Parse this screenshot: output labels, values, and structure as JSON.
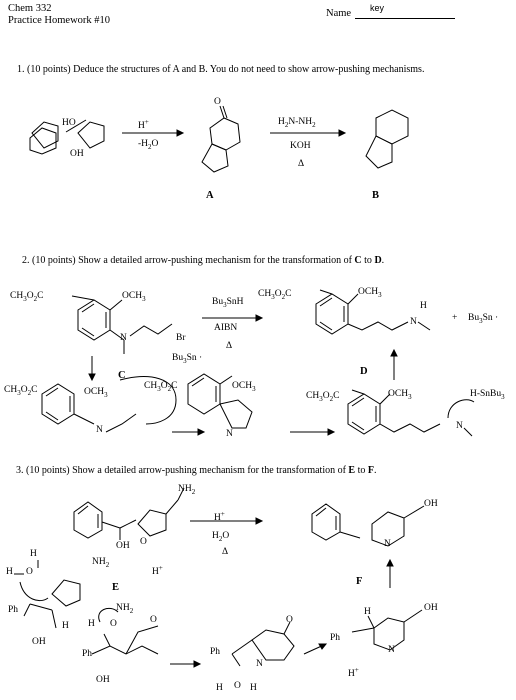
{
  "header": {
    "course": "Chem 332",
    "title": "Practice Homework #10",
    "name_label": "Name",
    "name_value": "key"
  },
  "q1": {
    "prompt": "1.  (10 points) Deduce the structures of A and B.  You do not need to show arrow-pushing mechanisms.",
    "reagent1_top": "H",
    "reagent1_sup": "+",
    "reagent1_bottom": "-H",
    "reagent1_bottom_sub": "2",
    "reagent1_bottom_end": "O",
    "reagent2_top": "H",
    "reagent2_top_sub": "2",
    "reagent2_top_end": "N-NH",
    "reagent2_top_sub2": "2",
    "reagent2_mid": "KOH",
    "reagent2_bottom": "Δ",
    "oh_top": "HO",
    "oh_bottom": "OH",
    "ketone_o": "O",
    "label_a": "A",
    "label_b": "B"
  },
  "q2": {
    "prompt_start": "2.  (10 points) Show a detailed arrow-pushing mechanism for the transformation of ",
    "prompt_c": "C",
    "prompt_mid": " to ",
    "prompt_d": "D",
    "prompt_end": ".",
    "ester": "CH",
    "ester_sub": "3",
    "ester_end": "O",
    "ester_sub2": "2",
    "ester_c": "C",
    "methoxy": "OCH",
    "methoxy_sub": "3",
    "n": "N",
    "br": "Br",
    "h": "H",
    "reagent_top": "Bu",
    "reagent_top_sub": "3",
    "reagent_top_end": "SnH",
    "reagent_mid": "AIBN",
    "reagent_bottom": "Δ",
    "bu3sn_radical": "Bu",
    "bu3sn_sub": "3",
    "bu3sn_end": "Sn ·",
    "plus": "+",
    "hsnbu3": "H-SnBu",
    "hsnbu3_sub": "3",
    "label_c": "C",
    "label_d": "D"
  },
  "q3": {
    "prompt_start": "3.  (10 points) Show a detailed arrow-pushing mechanism for the transformation of ",
    "prompt_e": "E",
    "prompt_mid": " to ",
    "prompt_f": "F",
    "prompt_end": ".",
    "reagent_top": "H",
    "reagent_sup": "+",
    "reagent_mid": "H",
    "reagent_mid_sub": "2",
    "reagent_mid_end": "O",
    "reagent_bottom": "Δ",
    "nh2": "NH",
    "nh2_sub": "2",
    "oh": "OH",
    "o": "O",
    "n": "N",
    "h": "H",
    "hplus": "H",
    "hplus_sup": "+",
    "ph": "Ph",
    "label_e": "E",
    "label_f": "F"
  }
}
